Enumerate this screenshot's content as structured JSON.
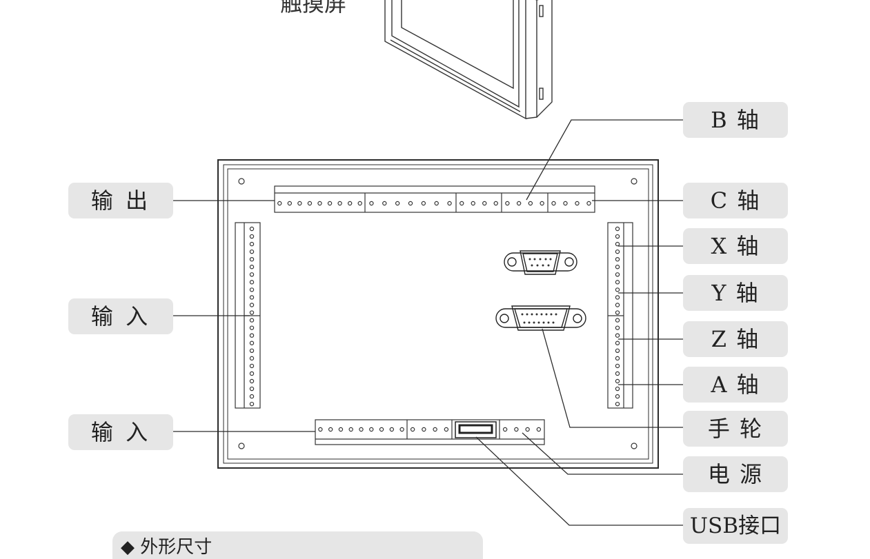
{
  "top_fragment": "触摸屏",
  "callouts_left": [
    {
      "id": "output",
      "label": "输 出"
    },
    {
      "id": "input-upper",
      "label": "输 入"
    },
    {
      "id": "input-lower",
      "label": "输 入"
    }
  ],
  "callouts_right": [
    {
      "id": "b-axis",
      "label": "B 轴"
    },
    {
      "id": "c-axis",
      "label": "C 轴"
    },
    {
      "id": "x-axis",
      "label": "X 轴"
    },
    {
      "id": "y-axis",
      "label": "Y 轴"
    },
    {
      "id": "z-axis",
      "label": "Z 轴"
    },
    {
      "id": "a-axis",
      "label": "A 轴"
    },
    {
      "id": "handwheel",
      "label": "手 轮"
    },
    {
      "id": "power",
      "label": "电 源"
    },
    {
      "id": "usb",
      "label": "USB接口"
    }
  ],
  "caption": "◆ 外形尺寸",
  "colors": {
    "line": "#2b2b2b",
    "callout_bg": "#e6e6e6",
    "text": "#222222"
  }
}
